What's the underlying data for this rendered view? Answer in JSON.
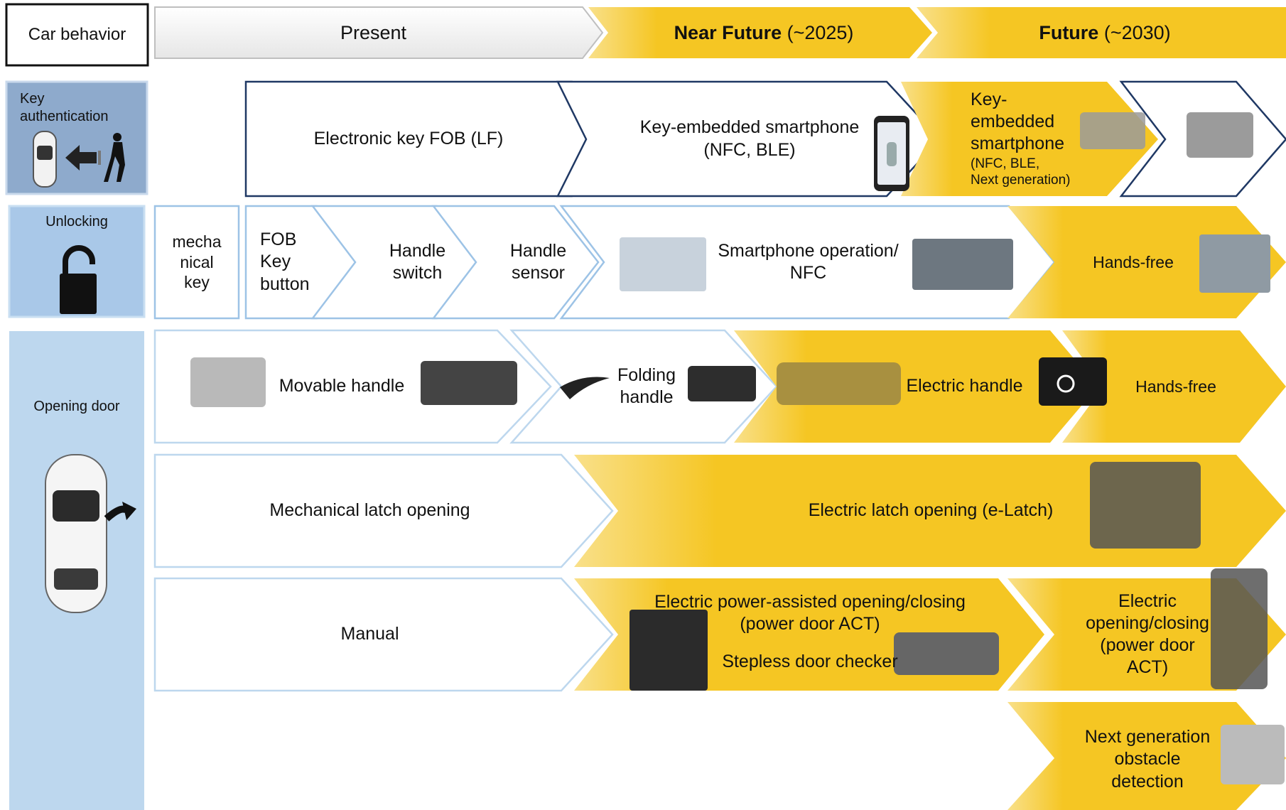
{
  "header": {
    "car_behavior": "Car behavior",
    "present": "Present",
    "near_future_bold": "Near Future",
    "near_future_year": " (~2025)",
    "future_bold": "Future",
    "future_year": " (~2030)"
  },
  "sidebar": {
    "key_auth": [
      "Key",
      "authentication"
    ],
    "unlocking": "Unlocking",
    "opening_door": "Opening door"
  },
  "key_auth_row": {
    "fob": "Electronic key FOB (LF)",
    "smartphone": [
      "Key-embedded smartphone",
      "(NFC, BLE)"
    ],
    "next": [
      "Key-",
      "embedded",
      "smartphone"
    ],
    "next_small": [
      "(NFC, BLE,",
      "Next generation)"
    ]
  },
  "unlocking_row": {
    "mechanical": [
      "mecha",
      "nical",
      "key"
    ],
    "fob_button": [
      "FOB",
      "Key",
      "button"
    ],
    "handle_switch": [
      "Handle",
      "switch"
    ],
    "handle_sensor": [
      "Handle",
      "sensor"
    ],
    "smartphone": [
      "Smartphone operation/",
      "NFC"
    ],
    "hands_free": "Hands-free"
  },
  "handle_row": {
    "movable": "Movable handle",
    "folding": [
      "Folding",
      "handle"
    ],
    "electric": "Electric handle",
    "hands_free": "Hands-free"
  },
  "latch_row": {
    "mechanical": "Mechanical latch opening",
    "electric": "Electric latch opening (e-Latch)"
  },
  "power_row": {
    "manual": "Manual",
    "assisted": [
      "Electric power-assisted opening/closing",
      "(power door ACT)"
    ],
    "checker": "Stepless door checker",
    "electric": [
      "Electric",
      "opening/closing",
      "(power door",
      "ACT)"
    ]
  },
  "obstacle_row": {
    "next": [
      "Next generation",
      "obstacle",
      "detection"
    ]
  },
  "colors": {
    "gold": "#F5C623",
    "navy": "#1F3864",
    "light_blue_border": "#9DC3E6",
    "side_blue": "#BDD7EE",
    "side_blue_dark": "#8EAACC"
  }
}
